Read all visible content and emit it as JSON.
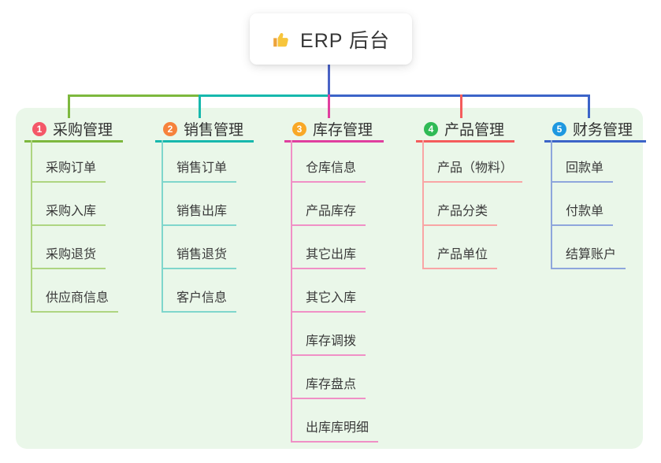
{
  "root": {
    "label": "ERP 后台",
    "icon": "thumbs-up-icon"
  },
  "branches": [
    {
      "index": "1",
      "label": "采购管理",
      "badge_color": "#f45768",
      "line_color": "#7db83e",
      "child_line_color": "#aed581",
      "children": [
        "采购订单",
        "采购入库",
        "采购退货",
        "供应商信息"
      ]
    },
    {
      "index": "2",
      "label": "销售管理",
      "badge_color": "#f6823c",
      "line_color": "#17b8ad",
      "child_line_color": "#7fd6cc",
      "children": [
        "销售订单",
        "销售出库",
        "销售退货",
        "客户信息"
      ]
    },
    {
      "index": "3",
      "label": "库存管理",
      "badge_color": "#f9a826",
      "line_color": "#e03f9f",
      "child_line_color": "#f090c6",
      "children": [
        "仓库信息",
        "产品库存",
        "其它出库",
        "其它入库",
        "库存调拨",
        "库存盘点",
        "出库库明细"
      ]
    },
    {
      "index": "4",
      "label": "产品管理",
      "badge_color": "#2fba55",
      "line_color": "#f45c5c",
      "child_line_color": "#f9a5a5",
      "children": [
        "产品（物料）",
        "产品分类",
        "产品单位"
      ]
    },
    {
      "index": "5",
      "label": "财务管理",
      "badge_color": "#1e98e0",
      "line_color": "#3c64c8",
      "child_line_color": "#8ea6dc",
      "children": [
        "回款单",
        "付款单",
        "结算账户"
      ]
    }
  ],
  "colors": {
    "panel_bg": "#eaf7e9",
    "stem": "#4a63c6",
    "root_bg": "#ffffff",
    "text": "#333333"
  }
}
